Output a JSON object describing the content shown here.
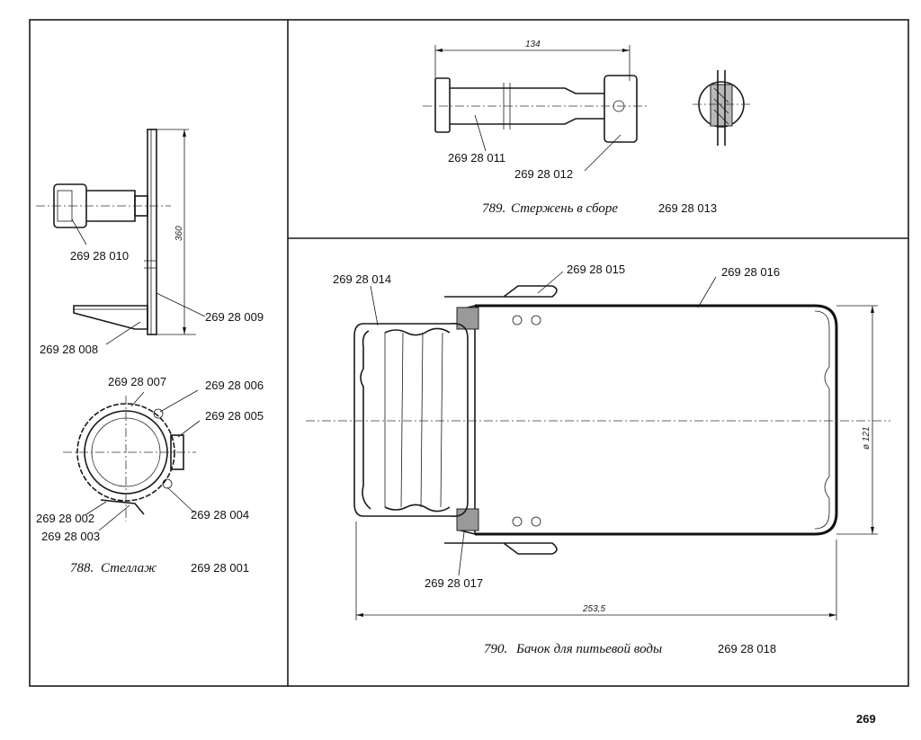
{
  "page_number": "269",
  "panels": {
    "p788": {
      "caption_number": "788.",
      "caption_title": "Стеллаж",
      "caption_code": "269 28 001",
      "dimension": "360",
      "labels": {
        "l010": "269 28 010",
        "l009": "269 28 009",
        "l008": "269 28 008",
        "l007": "269 28 007",
        "l006": "269 28 006",
        "l005": "269 28 005",
        "l004": "269 28 004",
        "l002": "269 28 002",
        "l003": "269 28 003"
      }
    },
    "p789": {
      "caption_number": "789.",
      "caption_title": "Стержень в сборе",
      "caption_code": "269 28 013",
      "dimension": "134",
      "labels": {
        "l011": "269 28 011",
        "l012": "269 28 012"
      }
    },
    "p790": {
      "caption_number": "790.",
      "caption_title": "Бачок для питьевой воды",
      "caption_code": "269 28 018",
      "dimension_length": "253,5",
      "dimension_diameter": "ø 121",
      "labels": {
        "l014": "269 28 014",
        "l015": "269 28 015",
        "l016": "269 28 016",
        "l017": "269 28 017"
      }
    }
  }
}
